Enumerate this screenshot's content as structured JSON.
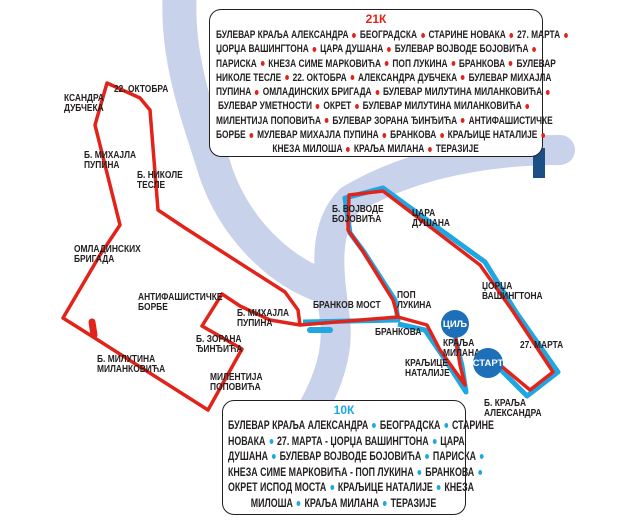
{
  "colors": {
    "route_21k": "#e2231a",
    "route_10k": "#1ea7e1",
    "river": "#c8d2ea",
    "marker": "#1d6fb8"
  },
  "box_21k": {
    "title": "21К",
    "lines": [
      [
        "БУЛЕВАР КРАЉА АЛЕКСАНДРА",
        "БЕОГРАДСКА",
        "СТАРИНЕ НОВАКА",
        "27. МАРТА",
        ""
      ],
      [
        "ЏОРЏА ВАШИНГТОНА",
        "ЦАРА ДУШАНА",
        "БУЛЕВАР ВОЈВОДЕ БОЈОВИЋА",
        ""
      ],
      [
        "ПАРИСКА",
        "КНЕЗА СИМЕ МАРКОВИЋА",
        "ПОП ЛУКИНА",
        "БРАНКОВА",
        "БУЛЕВАР"
      ],
      [
        "НИКОЛЕ ТЕСЛЕ",
        "22. ОКТОБРА",
        "АЛЕКСАНДРА ДУБЧЕКА",
        "БУЛЕВАР МИХАЈЛА"
      ],
      [
        "ПУПИНА",
        "ОМЛАДИНСКИХ БРИГАДА",
        "БУЛЕВАР МИЛУТИНА МИЛАНКОВИЋА",
        ""
      ],
      [
        "БУЛЕВАР УМЕТНОСТИ",
        "ОКРЕТ",
        "БУЛЕВАР МИЛУТИНА МИЛАНКОВИЋА",
        ""
      ],
      [
        "МИЛЕНТИЈА ПОПОВИЋА",
        "БУЛЕВАР ЗОРАНА ЂИНЂИЋА",
        "АНТИФАШИСТИЧКЕ"
      ],
      [
        "БОРБЕ",
        "МУЛЕВАР МИХАЈЛА ПУПИНА",
        "БРАНКОВА",
        "КРАЉИЦЕ НАТАЛИЈЕ",
        ""
      ],
      [
        "КНЕЗА МИЛОША",
        "КРАЉА МИЛАНА",
        "ТЕРАЗИЈЕ"
      ]
    ]
  },
  "box_10k": {
    "title": "10К",
    "lines": [
      [
        "БУЛЕВАР КРАЉА АЛЕКСАНДРА",
        "БЕОГРАДСКА",
        "СТАРИНЕ"
      ],
      [
        "НОВАКА",
        "27. МАРТА - ЏОРЏА ВАШИНГТОНА",
        "ЦАРА"
      ],
      [
        "ДУШАНА",
        "БУЛЕВАР ВОЈВОДЕ БОЈОВИЋА",
        "ПАРИСКА",
        ""
      ],
      [
        "КНЕЗА СИМЕ МАРКОВИЋА - ПОП ЛУКИНА",
        "БРАНКОВА",
        ""
      ],
      [
        "ОКРЕТ ИСПОД МОСТА",
        "КРАЉИЦЕ НАТАЛИЈЕ",
        "КНЕЗА"
      ],
      [
        "МИЛОША",
        "КРАЉА МИЛАНА",
        "ТЕРАЗИЈЕ"
      ]
    ]
  },
  "markers": {
    "finish": "ЦИЉ",
    "start": "СТАРТ"
  },
  "labels": [
    {
      "id": "aleksandra-dubceka",
      "lines": [
        "КСАНДРА",
        "ДУБЧЕКА"
      ]
    },
    {
      "id": "22-oktobra",
      "lines": [
        "22. ОКТОБРА"
      ]
    },
    {
      "id": "mihajla-pupina-north",
      "lines": [
        "Б. МИХАЈЛА",
        "ПУПИНА"
      ]
    },
    {
      "id": "nikole-tesle",
      "lines": [
        "Б. НИКОЛЕ",
        "ТЕСЛЕ"
      ]
    },
    {
      "id": "omladinskih-brigada",
      "lines": [
        "ОМЛАДИНСКИХ",
        "БРИГАДА"
      ]
    },
    {
      "id": "antifasisticke-borbe",
      "lines": [
        "АНТИФАШИСТИЧКЕ",
        "БОРБЕ"
      ]
    },
    {
      "id": "mihajla-pupina-south",
      "lines": [
        "Б. МИХАЈЛА",
        "ПУПИНА"
      ]
    },
    {
      "id": "zorana-djindjica",
      "lines": [
        "Б. ЗОРАНА",
        "ЂИНЂИЋА"
      ]
    },
    {
      "id": "milutina-milankovica",
      "lines": [
        "Б. МИЛУТИНА",
        "МИЛАНКОВИЋА"
      ]
    },
    {
      "id": "milentija-popovica",
      "lines": [
        "МИЛЕНТИЈА",
        "ПОПОВИЋА"
      ]
    },
    {
      "id": "brankov-most",
      "lines": [
        "БРАНКОВ МОСТ"
      ]
    },
    {
      "id": "pop-lukina",
      "lines": [
        "ПОП",
        "ЛУКИНА"
      ]
    },
    {
      "id": "brankova",
      "lines": [
        "БРАНКОВА"
      ]
    },
    {
      "id": "vojvode-bojovica",
      "lines": [
        "Б. ВОЈВОДЕ",
        "БОЈОВИЋА"
      ]
    },
    {
      "id": "cara-dusana",
      "lines": [
        "ЦАРА",
        "ДУШАНА"
      ]
    },
    {
      "id": "dzordza-vasingtona",
      "lines": [
        "ЏОРЏА",
        "ВАШИНГТОНА"
      ]
    },
    {
      "id": "27-marta",
      "lines": [
        "27. МАРТА"
      ]
    },
    {
      "id": "kralja-milana",
      "lines": [
        "КРАЉА",
        "МИЛАНА"
      ]
    },
    {
      "id": "kraljice-natalije",
      "lines": [
        "КРАЉИЦЕ",
        "НАТАЛИЈЕ"
      ]
    },
    {
      "id": "kralja-aleksandra",
      "lines": [
        "Б. КРАЉА",
        "АЛЕКСАНДРА"
      ]
    }
  ]
}
